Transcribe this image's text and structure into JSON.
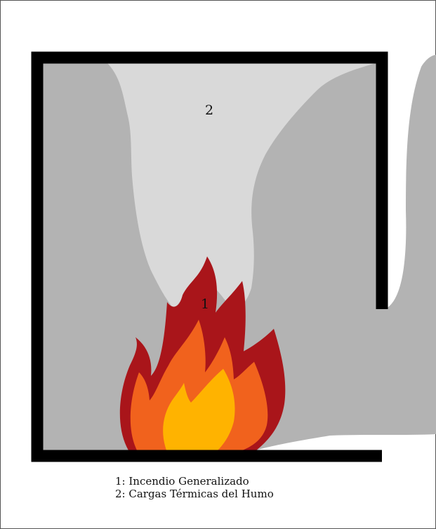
{
  "labels": {
    "fire_marker": "1",
    "smoke_marker": "2"
  },
  "legend": {
    "line1": "1: Incendio Generalizado",
    "line2": "2: Cargas Térmicas del Humo"
  },
  "colors": {
    "wall": "#000000",
    "smoke_dark": "#b3b3b3",
    "smoke_light": "#d9d9d9",
    "flame_outer": "#a9151a",
    "flame_middle": "#f1621d",
    "flame_inner": "#ffb300"
  }
}
